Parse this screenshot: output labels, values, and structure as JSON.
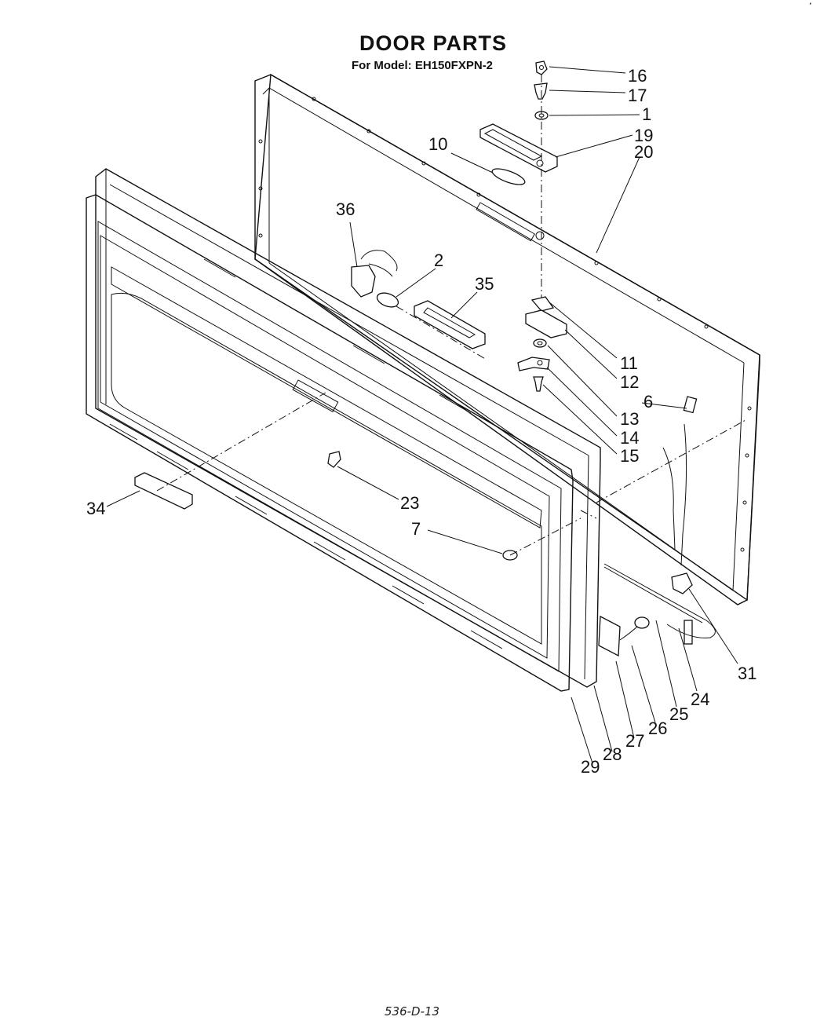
{
  "title": "DOOR PARTS",
  "subtitle": "For Model: EH150FXPN-2",
  "footer": "536-D-13",
  "callouts": [
    "16",
    "17",
    "1",
    "19",
    "20",
    "10",
    "36",
    "2",
    "35",
    "11",
    "12",
    "6",
    "13",
    "14",
    "15",
    "23",
    "7",
    "34",
    "31",
    "24",
    "25",
    "26",
    "27",
    "28",
    "29"
  ]
}
